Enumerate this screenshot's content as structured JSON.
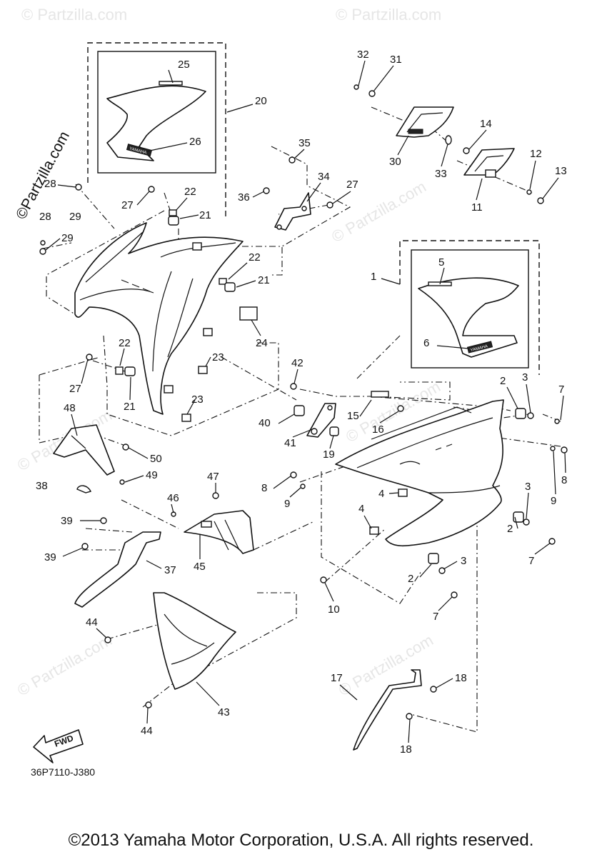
{
  "diagram_code": "36P7110-J380",
  "copyright": "©2013 Yamaha Motor Corporation, U.S.A. All rights reserved.",
  "watermark": "© Partzilla.com",
  "side_brand": "©Partzilla.com",
  "fwd_label": "FWD",
  "decal_text": "YAMAHA",
  "callouts": [
    "1",
    "2",
    "3",
    "4",
    "5",
    "6",
    "7",
    "8",
    "9",
    "10",
    "11",
    "12",
    "13",
    "14",
    "15",
    "16",
    "17",
    "18",
    "19",
    "20",
    "21",
    "22",
    "23",
    "24",
    "25",
    "26",
    "27",
    "28",
    "29",
    "30",
    "31",
    "32",
    "33",
    "34",
    "35",
    "36",
    "37",
    "38",
    "39",
    "40",
    "41",
    "42",
    "43",
    "44",
    "45",
    "46",
    "47",
    "48",
    "49",
    "50"
  ]
}
